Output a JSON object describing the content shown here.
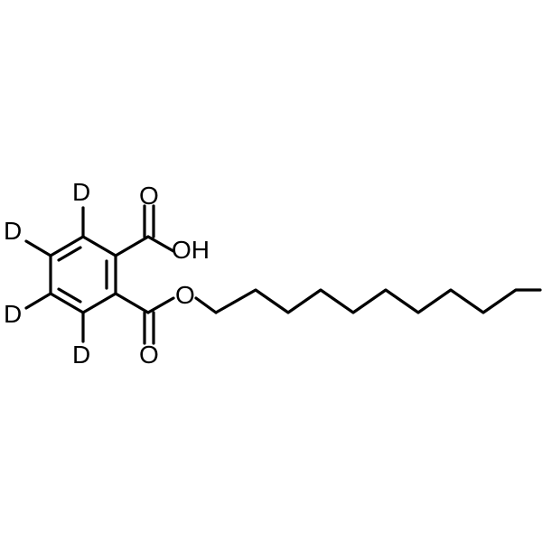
{
  "molecule": {
    "bond_color": "#000000",
    "background_color": "#ffffff",
    "labels": {
      "deuterium_top": "D",
      "deuterium_upper_left": "D",
      "deuterium_lower_left": "D",
      "deuterium_bottom": "D",
      "carbonyl_oxygen_top": "O",
      "hydroxyl_group": "OH",
      "ester_oxygen": "O",
      "carbonyl_oxygen_bottom": "O"
    }
  }
}
